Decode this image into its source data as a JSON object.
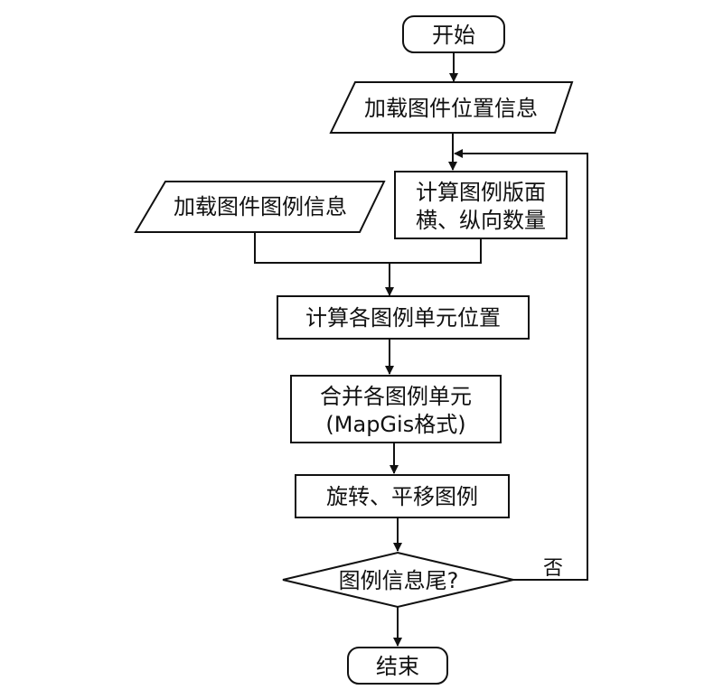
{
  "nodes": {
    "start": "开始",
    "load_position": "加载图件位置信息",
    "load_legend": "加载图件图例信息",
    "calc_layout_line1": "计算图例版面",
    "calc_layout_line2": "横、纵向数量",
    "calc_unit_position": "计算各图例单元位置",
    "merge_line1": "合并各图例单元",
    "merge_line2": "(MapGis格式)",
    "rotate_translate": "旋转、平移图例",
    "decision_end": "图例信息尾?",
    "end": "结束"
  },
  "edges": {
    "no_label": "否"
  },
  "colors": {
    "stroke": "#111111",
    "fill": "#ffffff"
  }
}
